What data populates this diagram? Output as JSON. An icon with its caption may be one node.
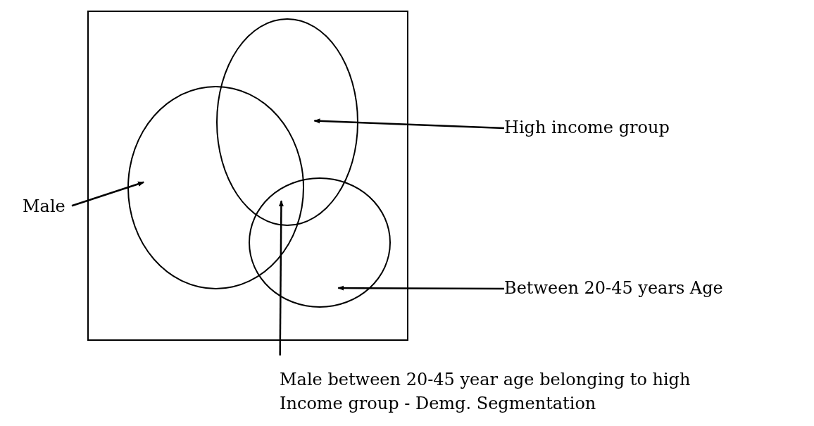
{
  "diagram": {
    "nodes": [
      {
        "text": [],
        "shape": "box"
      },
      {
        "text": [],
        "shape": "circle",
        "in": 0
      },
      {
        "text": [],
        "shape": "circle",
        "in": 0
      },
      {
        "text": [],
        "shape": "circle",
        "in": 0
      },
      {
        "text": [
          "High income group"
        ]
      },
      {
        "text": [
          "Male"
        ]
      },
      {
        "text": [
          "Between 20-45 years Age"
        ]
      },
      {
        "text": [
          "Male between 20-45 year age belonging to high Income group - Demg. Segmentation"
        ]
      }
    ],
    "edges": [
      {
        "from": 4,
        "to": 2,
        "arrow": "to"
      },
      {
        "from": 5,
        "to": 1,
        "arrow": "to"
      },
      {
        "from": 6,
        "to": 3,
        "arrow": "to"
      },
      {
        "from": 7,
        "to": 3,
        "arrow": "to"
      }
    ]
  }
}
